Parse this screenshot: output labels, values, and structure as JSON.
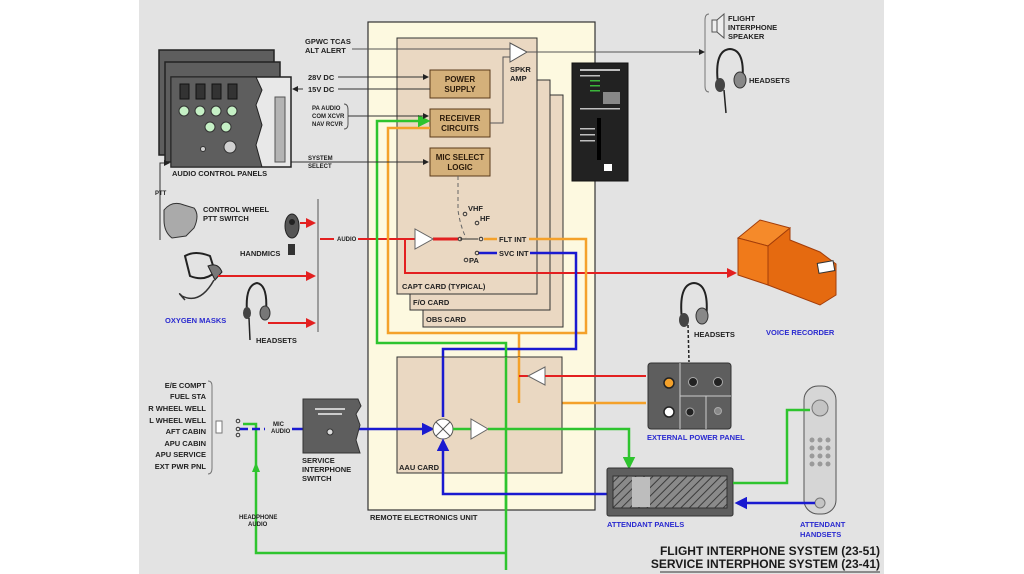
{
  "diagram": {
    "title_line1": "FLIGHT INTERPHONE SYSTEM (23-51)",
    "title_line2": "SERVICE INTERPHONE SYSTEM (23-41)",
    "colors": {
      "background": "#e3e3e3",
      "reu_fill": "#fdf9e0",
      "card_fill": "#ead8c2",
      "block_fill": "#d4b07a",
      "red": "#e32020",
      "orange": "#f4a12a",
      "green": "#2ec42e",
      "blue": "#1a1ad0",
      "panel_dark": "#5e5e5e",
      "recorder": "#f07a1a",
      "label_blue": "#2a2ad0"
    },
    "inputs": {
      "gpwc": [
        "GPWC TCAS",
        "ALT ALERT"
      ],
      "dc28": "28V DC",
      "dc15": "15V DC",
      "receivers": [
        "PA AUDIO",
        "COM XCVR",
        "NAV RCVR"
      ],
      "system_select": [
        "SYSTEM",
        "SELECT"
      ],
      "ptt": "PTT",
      "audio": "AUDIO"
    },
    "components": {
      "audio_control_panels": "AUDIO CONTROL PANELS",
      "control_wheel": [
        "CONTROL WHEEL",
        "PTT SWITCH"
      ],
      "handmics": "HANDMICS",
      "oxygen_masks": "OXYGEN MASKS",
      "headsets_left": "HEADSETS",
      "flight_interphone_speaker": [
        "FLIGHT",
        "INTERPHONE",
        "SPEAKER"
      ],
      "headsets_top_right": "HEADSETS",
      "voice_recorder": "VOICE RECORDER",
      "headsets_mid_right": "HEADSETS",
      "external_power_panel": "EXTERNAL POWER PANEL",
      "attendant_panels": "ATTENDANT PANELS",
      "attendant_handsets": [
        "ATTENDANT",
        "HANDSETS"
      ],
      "service_interphone_switch": [
        "SERVICE",
        "INTERPHONE",
        "SWITCH"
      ]
    },
    "reu": {
      "label": "REMOTE ELECTRONICS UNIT",
      "power_supply": [
        "POWER",
        "SUPPLY"
      ],
      "receiver_circuits": [
        "RECEIVER",
        "CIRCUITS"
      ],
      "mic_select_logic": [
        "MIC SELECT",
        "LOGIC"
      ],
      "spkr_amp": [
        "SPKR",
        "AMP"
      ],
      "switch_positions": [
        "VHF",
        "HF",
        "PA"
      ],
      "flt_int": "FLT INT",
      "svc_int": "SVC INT",
      "capt_card": "CAPT CARD (TYPICAL)",
      "fo_card": "F/O CARD",
      "obs_card": "OBS CARD",
      "aau_card": "AAU CARD"
    },
    "service_locations": [
      "E/E COMPT",
      "FUEL STA",
      "R WHEEL WELL",
      "L WHEEL WELL",
      "AFT CABIN",
      "APU CABIN",
      "APU SERVICE",
      "EXT PWR PNL"
    ],
    "mic_audio": [
      "MIC",
      "AUDIO"
    ],
    "headphone_audio": [
      "HEADPHONE",
      "AUDIO"
    ]
  }
}
